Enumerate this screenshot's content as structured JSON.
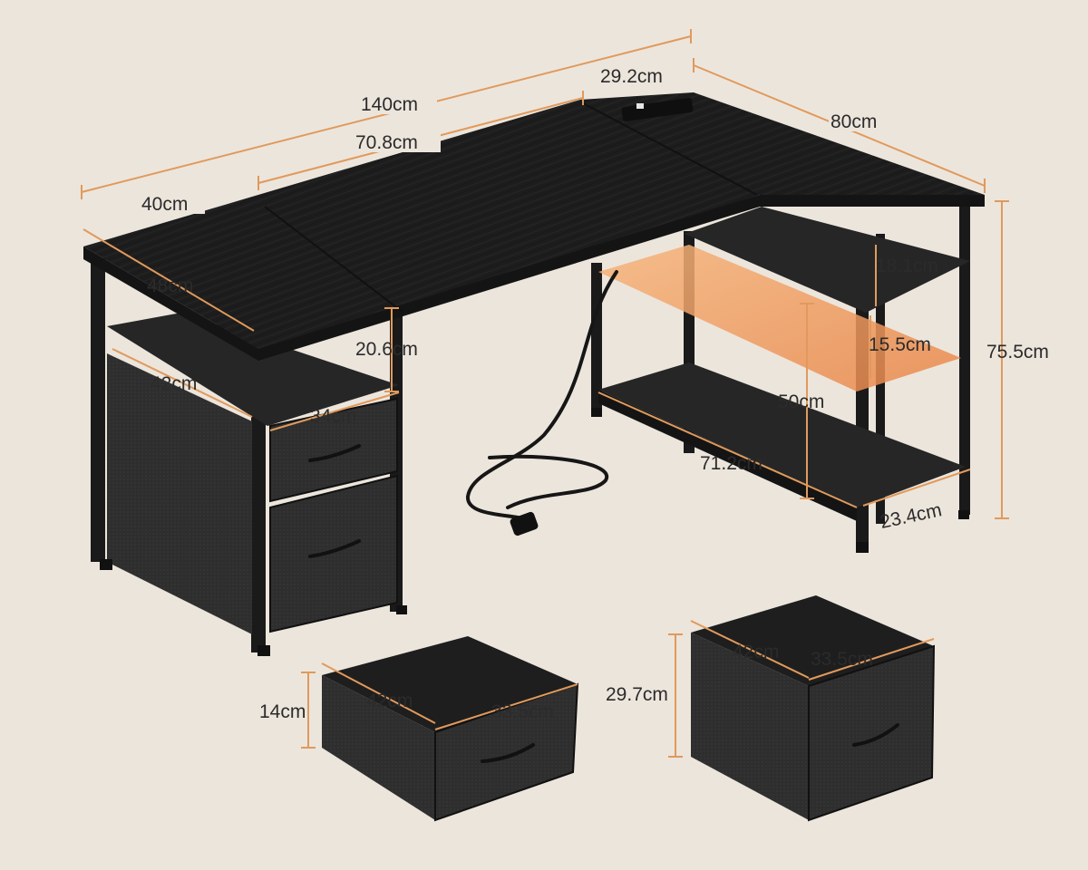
{
  "colors": {
    "background": "#ece5dc",
    "dimension_line": "#e09a5c",
    "desk": "#1d1d1d",
    "fabric": "#2e2e2e",
    "highlight_shelf": "#f2a15c"
  },
  "dimensions": {
    "total_width": "140cm",
    "right_section_width": "29.2cm",
    "center_width": "70.8cm",
    "return_length": "80cm",
    "left_section_width": "40cm",
    "left_depth": "48cm",
    "drawer_opening_height": "20.6cm",
    "shelf_inner_width": "42cm",
    "cabinet_depth": "34cm",
    "top_shelf_gap": "18.1cm",
    "mid_shelf_gap": "15.5cm",
    "total_height": "75.5cm",
    "under_shelf_height": "50cm",
    "bottom_shelf_length": "71.2cm",
    "bottom_shelf_depth": "23.4cm",
    "small_drawer_height": "14cm",
    "small_drawer_width": "42cm",
    "small_drawer_depth": "33.5cm",
    "large_drawer_height": "29.7cm",
    "large_drawer_width": "42cm",
    "large_drawer_depth": "33.5cm"
  }
}
